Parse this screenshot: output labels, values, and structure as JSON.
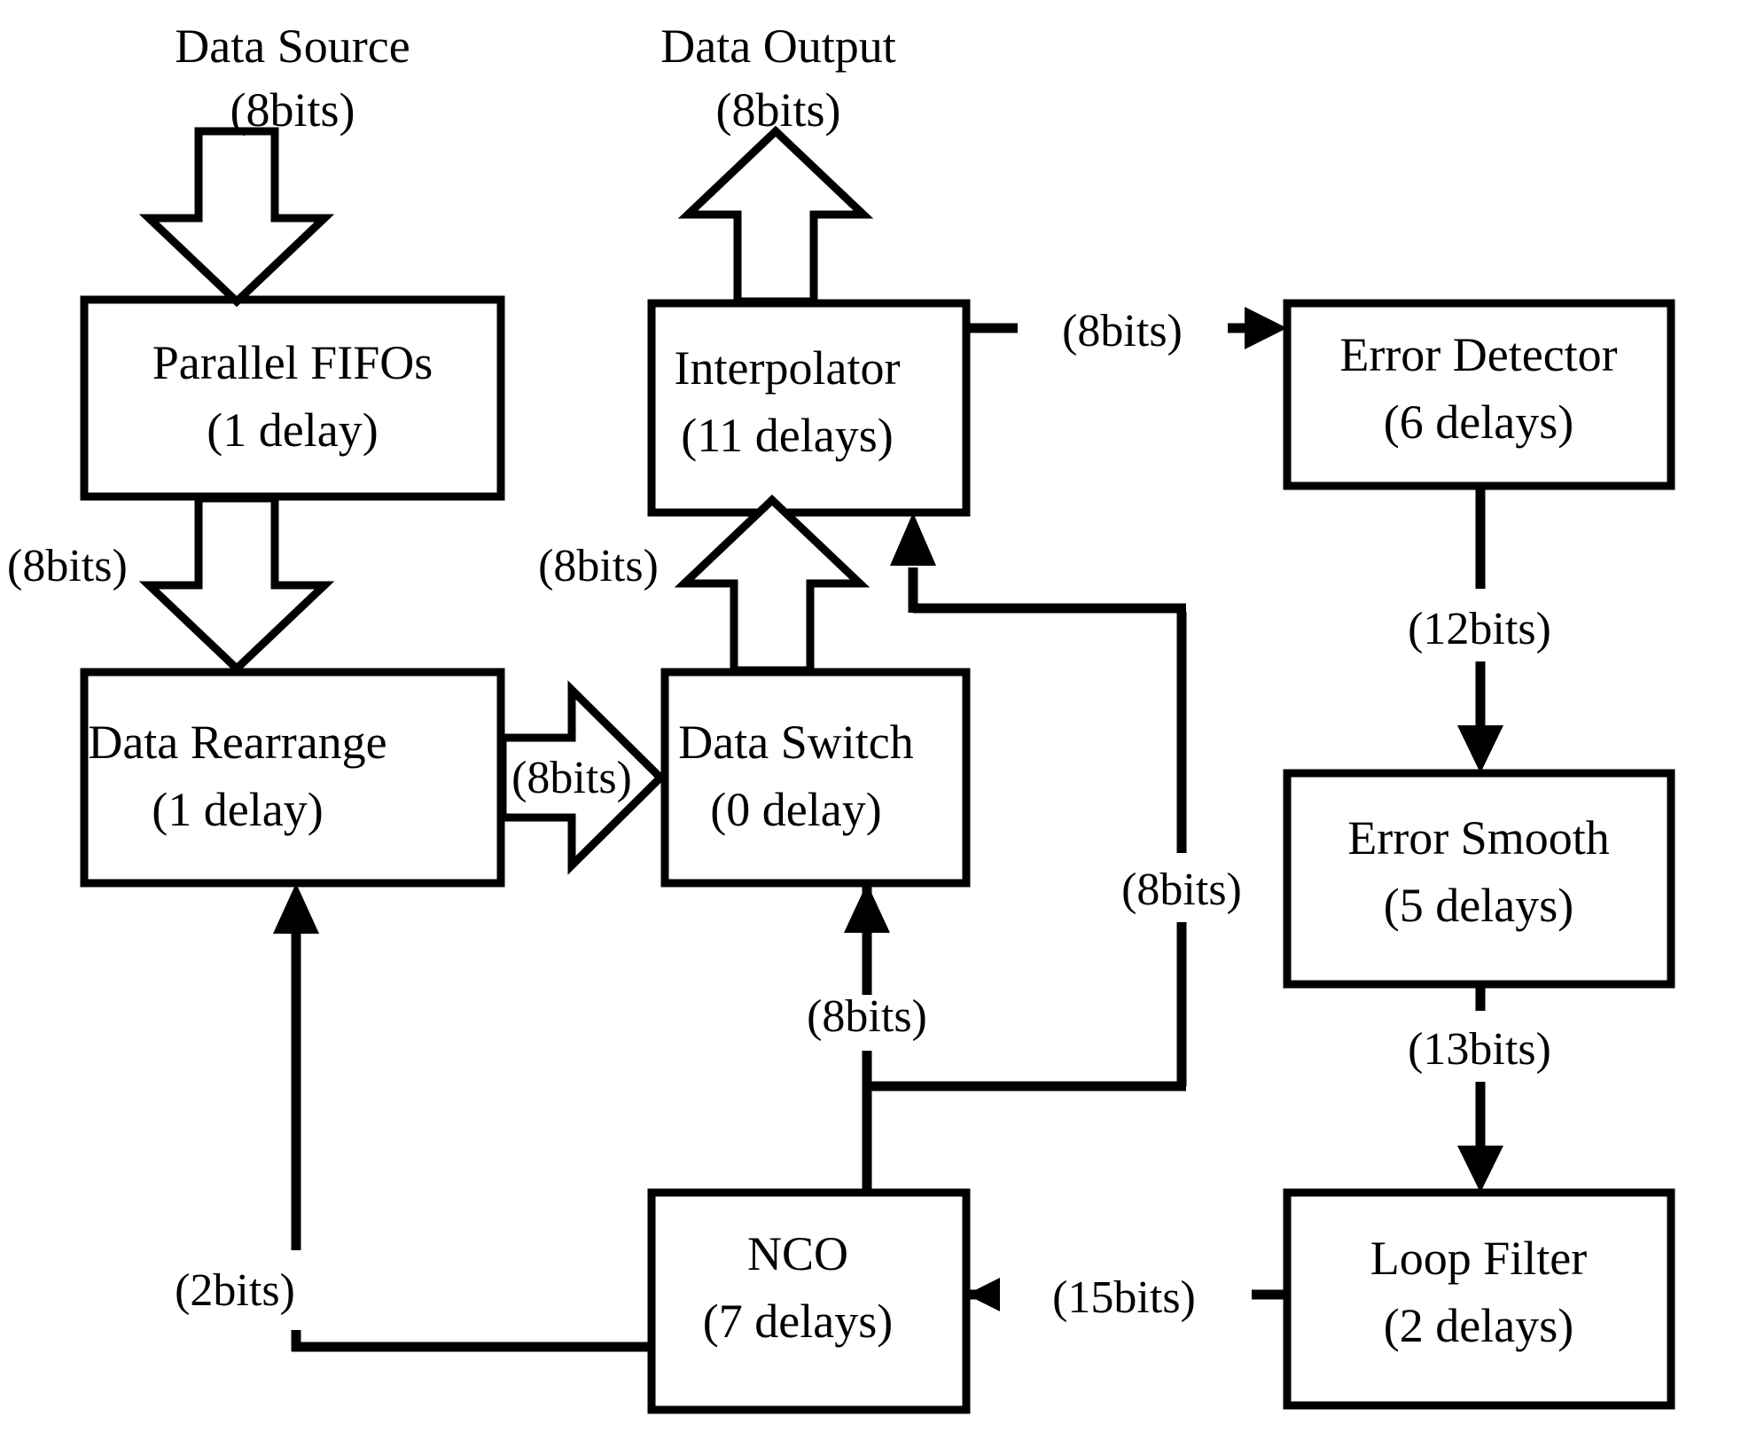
{
  "diagram": {
    "title": "Timing recovery loop block diagram",
    "stroke_color": "#000000",
    "background_color": "#ffffff"
  },
  "external_labels": [
    {
      "id": "data-source",
      "line1": "Data Source",
      "line2": "(8bits)"
    },
    {
      "id": "data-output",
      "line1": "Data Output",
      "line2": "(8bits)"
    }
  ],
  "blocks": [
    {
      "id": "parallel-fifos",
      "line1": "Parallel FIFOs",
      "line2": "(1 delay)"
    },
    {
      "id": "data-rearrange",
      "line1": "Data Rearrange",
      "line2": "(1 delay)"
    },
    {
      "id": "data-switch",
      "line1": "Data Switch",
      "line2": "(0 delay)"
    },
    {
      "id": "interpolator",
      "line1": "Interpolator",
      "line2": "(11 delays)"
    },
    {
      "id": "error-detector",
      "line1": "Error Detector",
      "line2": "(6 delays)"
    },
    {
      "id": "error-smooth",
      "line1": "Error Smooth",
      "line2": "(5 delays)"
    },
    {
      "id": "loop-filter",
      "line1": "Loop Filter",
      "line2": "(2 delays)"
    },
    {
      "id": "nco",
      "line1": "NCO",
      "line2": "(7 delays)"
    }
  ],
  "bit_labels": [
    {
      "id": "fifo-to-rearrange",
      "text": "(8bits)"
    },
    {
      "id": "rearrange-to-switch",
      "text": "(8bits)"
    },
    {
      "id": "switch-to-interpolator",
      "text": "(8bits)"
    },
    {
      "id": "interpolator-to-detector",
      "text": "(8bits)"
    },
    {
      "id": "detector-to-smooth",
      "text": "(12bits)"
    },
    {
      "id": "smooth-to-loopfilter",
      "text": "(13bits)"
    },
    {
      "id": "loopfilter-to-nco",
      "text": "(15bits)"
    },
    {
      "id": "nco-to-switch",
      "text": "(8bits)"
    },
    {
      "id": "nco-to-interpolator",
      "text": "(8bits)"
    },
    {
      "id": "nco-to-rearrange",
      "text": "(2bits)"
    }
  ]
}
